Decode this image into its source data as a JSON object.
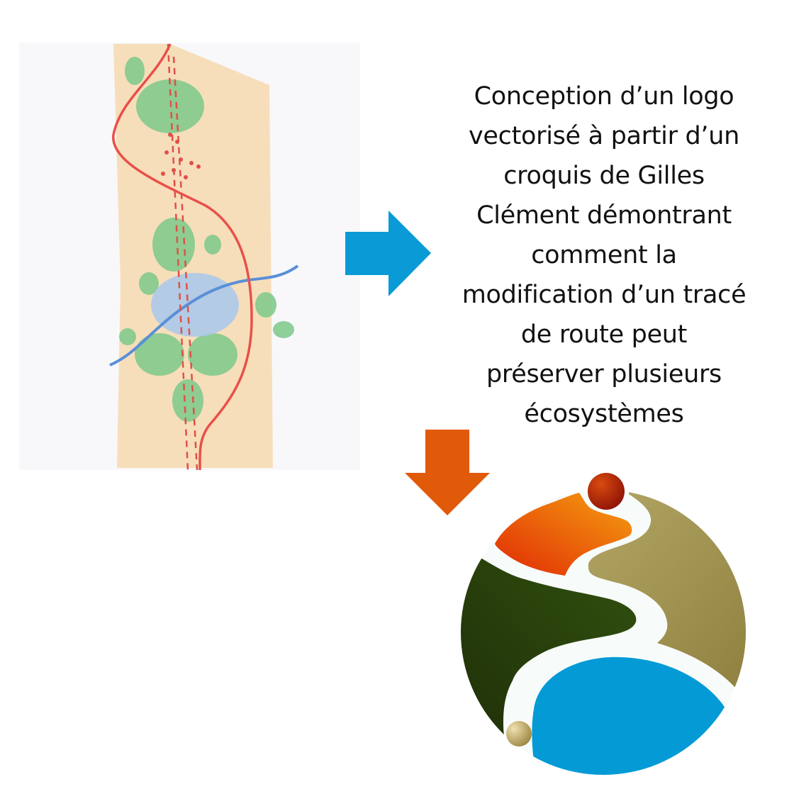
{
  "caption": {
    "lines": [
      "Conception d’un logo",
      "vectorisé à partir d’un",
      "croquis de Gilles",
      "Clément démontrant",
      "comment la",
      "modification d’un tracé",
      "de route peut",
      "préserver plusieurs",
      "écosystèmes"
    ]
  },
  "colors": {
    "arrow_right": "#0a9ad6",
    "arrow_down": "#e05a0a",
    "logo_blue": "#039ad6",
    "logo_olive": "#b0a35e",
    "logo_dark_green": "#2e4a12",
    "logo_orange": "#f08a10",
    "logo_red_ball": "#a02008",
    "logo_gold_ball": "#c8b478"
  }
}
